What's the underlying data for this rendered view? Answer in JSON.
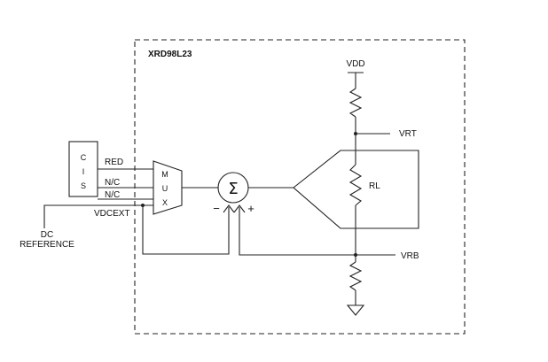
{
  "chip": {
    "name": "XRD98L23"
  },
  "cis": {
    "letters": [
      "C",
      "I",
      "S"
    ]
  },
  "mux": {
    "letters": [
      "M",
      "U",
      "X"
    ]
  },
  "inputs": {
    "red": "RED",
    "nc1": "N/C",
    "nc2": "N/C",
    "vdcext": "VDCEXT"
  },
  "dc_reference": {
    "line1": "DC",
    "line2": "REFERENCE"
  },
  "summer": {
    "symbol": "Σ",
    "minus": "−",
    "plus": "+"
  },
  "rails": {
    "vdd": "VDD",
    "vrt": "VRT",
    "vrb": "VRB",
    "rl": "RL"
  }
}
